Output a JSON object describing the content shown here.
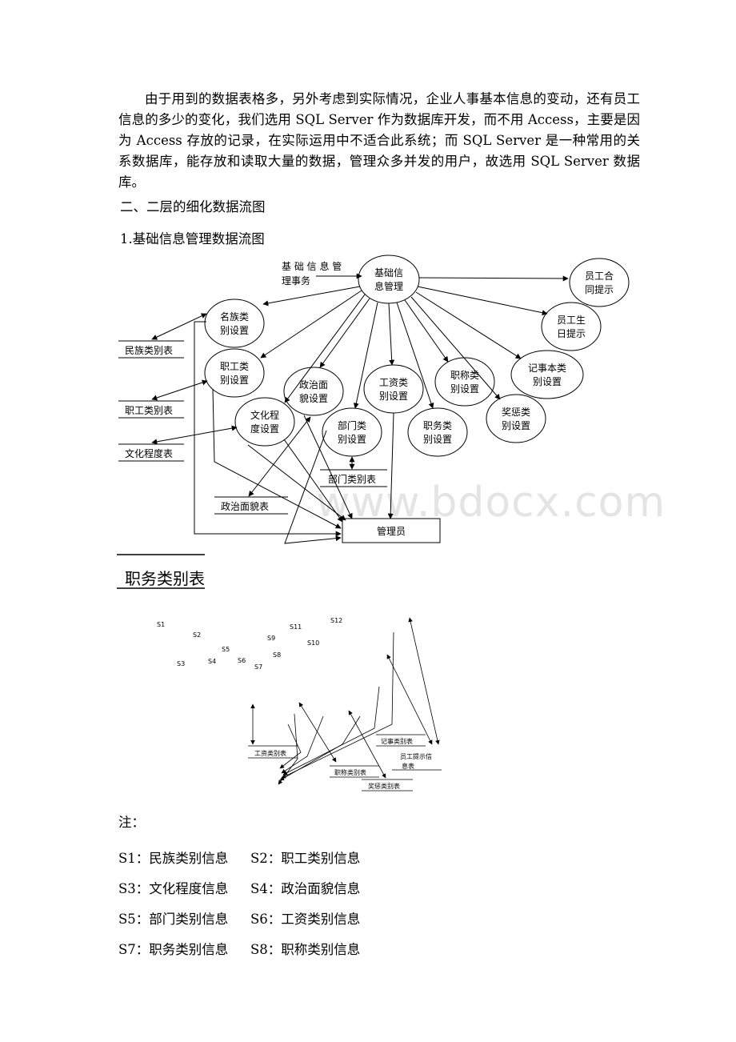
{
  "paragraph": "由于用到的数据表格多，另外考虑到实际情况，企业人事基本信息的变动，还有员工信息的多少的变化，我们选用 SQL Server 作为数据库开发，而不用 Access，主要是因为 Access 存放的记录，在实际运用中不适合此系统；而 SQL Server 是一种常用的关系数据库，能存放和读取大量的数据，管理众多并发的用户，故选用 SQL Server 数据库。",
  "section_heading": "二、二层的细化数据流图",
  "subsection_heading": "1.基础信息管理数据流图",
  "diagram1": {
    "source_line1": "基 础 信 息 管",
    "source_line2": "理事务",
    "center_l1": "基础信",
    "center_l2": "息管理",
    "nodes": [
      {
        "l1": "名族类",
        "l2": "别设置"
      },
      {
        "l1": "职工类",
        "l2": "别设置"
      },
      {
        "l1": "文化程",
        "l2": "度设置"
      },
      {
        "l1": "政治面",
        "l2": "貌设置"
      },
      {
        "l1": "部门类",
        "l2": "别设置"
      },
      {
        "l1": "工资类",
        "l2": "别设置"
      },
      {
        "l1": "职务类",
        "l2": "别设置"
      },
      {
        "l1": "职称类",
        "l2": "别设置"
      },
      {
        "l1": "奖惩类",
        "l2": "别设置"
      },
      {
        "l1": "记事本类",
        "l2": "别设置"
      },
      {
        "l1": "员工生",
        "l2": "日提示"
      },
      {
        "l1": "员工合",
        "l2": "同提示"
      }
    ],
    "stores": [
      "民族类别表",
      "职工类别表",
      "文化程度表",
      "部门类别表",
      "政治面貌表"
    ],
    "admin": "管理员"
  },
  "big_title": "职务类别表",
  "diagram2": {
    "flow_labels": [
      "S1",
      "S2",
      "S3",
      "S4",
      "S5",
      "S6",
      "S7",
      "S8",
      "S9",
      "S10",
      "S11",
      "S12"
    ],
    "stores": [
      "工资类别表",
      "职称类别表",
      "奖惩类别表",
      "记事类别表"
    ],
    "tip_store_l1": "员工提示信",
    "tip_store_l2": "息表"
  },
  "watermark": "www.bdocx.com",
  "notes_label": "注：",
  "notes": [
    [
      "S1：民族类别信息",
      "S2：职工类别信息"
    ],
    [
      "S3：文化程度信息",
      "S4：政治面貌信息"
    ],
    [
      "S5：部门类别信息",
      "S6：工资类别信息"
    ],
    [
      "S7：职务类别信息",
      "S8：职称类别信息"
    ]
  ]
}
